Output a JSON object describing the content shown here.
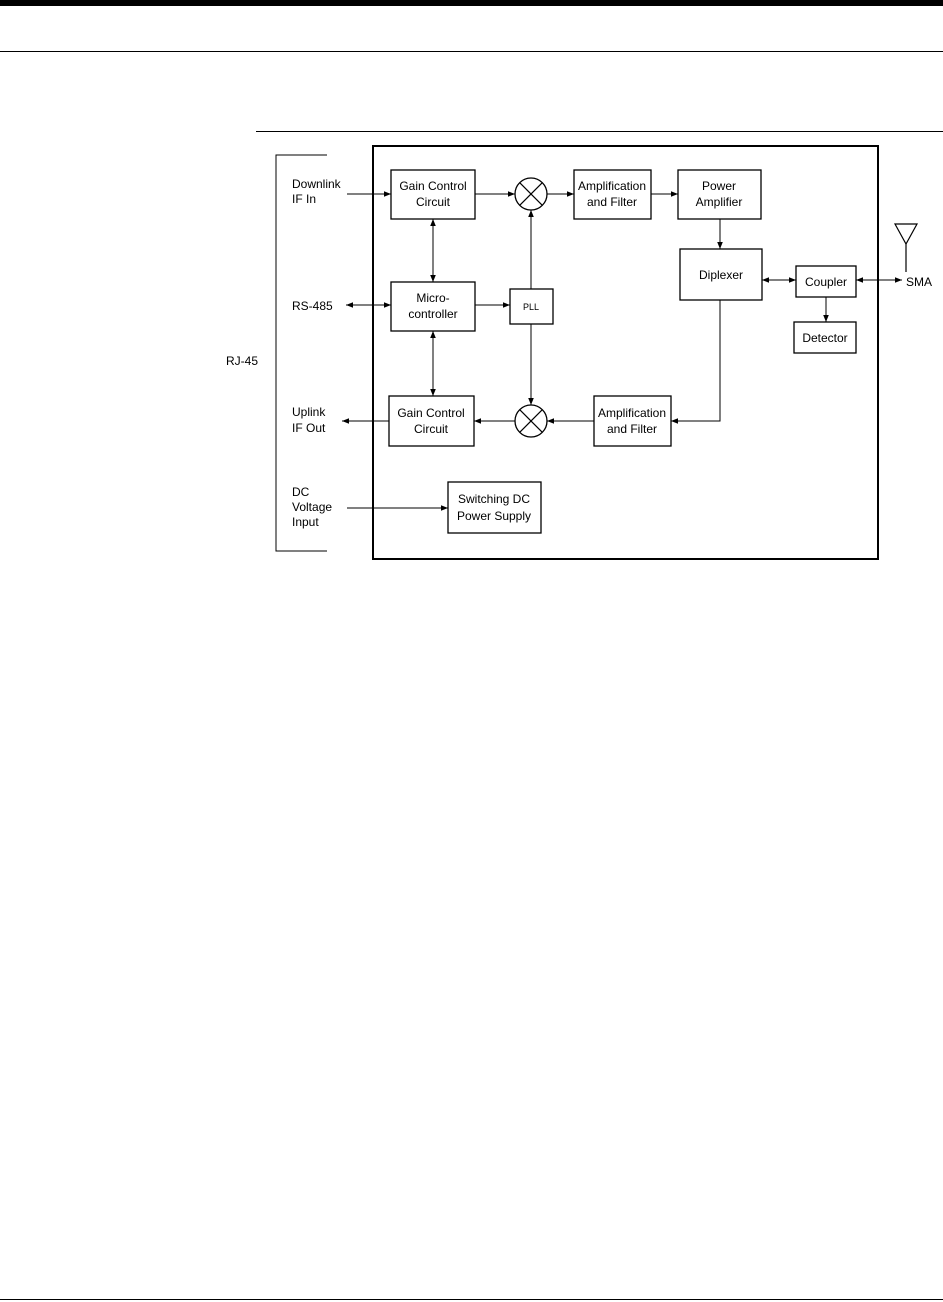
{
  "labels": {
    "downlink_if_in": [
      "Downlink",
      "IF In"
    ],
    "rs485": "RS-485",
    "rj45": "RJ-45",
    "uplink_if_out": [
      "Uplink",
      "IF Out"
    ],
    "dc_voltage_input": [
      "DC",
      "Voltage",
      "Input"
    ],
    "sma": "SMA"
  },
  "blocks": {
    "gain_control_top": [
      "Gain Control",
      "Circuit"
    ],
    "amp_filter_top": [
      "Amplification",
      "and Filter"
    ],
    "power_amplifier": [
      "Power",
      "Amplifier"
    ],
    "diplexer": "Diplexer",
    "coupler": "Coupler",
    "detector": "Detector",
    "microcontroller": [
      "Micro-",
      "controller"
    ],
    "pll": "PLL",
    "gain_control_bottom": [
      "Gain Control",
      "Circuit"
    ],
    "amp_filter_bottom": [
      "Amplification",
      "and Filter"
    ],
    "switching_dc": [
      "Switching DC",
      "Power Supply"
    ]
  }
}
